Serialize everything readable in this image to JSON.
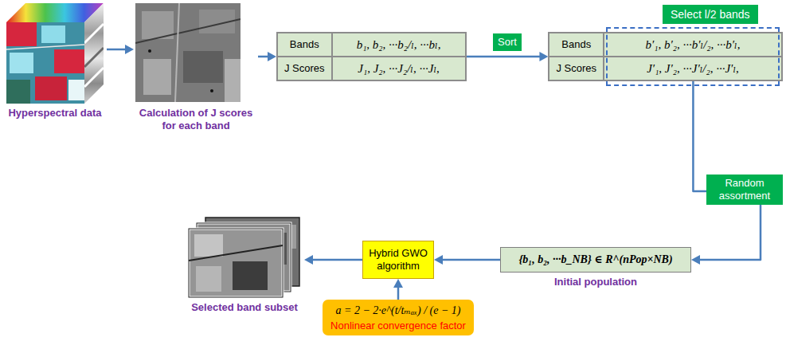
{
  "diagram": {
    "nodes": [
      {
        "text": [
          "Hyperspectral data"
        ]
      },
      {
        "text": [
          "Calculation of J scores for each band"
        ]
      },
      {
        "text": [
          "Bands",
          "b₁, b₂, ···b₂/ₗ, ···bₗ,",
          "J Scores",
          "J₁, J₂, ···J₂/ₗ, ···Jₗ,"
        ]
      },
      {
        "text": [
          "Select l/2 bands"
        ]
      },
      {
        "text": [
          "Bands",
          "b′₁, b′₂, ···b′ₗ/₂, ···b′ₗ,",
          "J Scores",
          "J′₁, J′₂, ···J′ₗ/₂, ···J′ₗ,"
        ]
      },
      {
        "text": [
          "{b₁, b₂, ···b_NB} ∈ R^(nPop×NB)",
          "Initial population"
        ]
      },
      {
        "text": [
          "Hybrid GWO algorithm"
        ]
      },
      {
        "text": [
          "Selected band subset"
        ]
      },
      {
        "text": [
          "a = 2 − 2·e^(t/tₘₐₓ) / (e − 1)",
          "Nonlinear convergence factor"
        ]
      }
    ],
    "edges": [
      {
        "from": 0,
        "to": 1,
        "arrow": "to"
      },
      {
        "from": 1,
        "to": 2,
        "arrow": "to"
      },
      {
        "from": 2,
        "to": 4,
        "label": "Sort",
        "arrow": "to"
      },
      {
        "from": 4,
        "to": 5,
        "label": "Random assortment",
        "arrow": "to"
      },
      {
        "from": 5,
        "to": 6,
        "arrow": "to"
      },
      {
        "from": 6,
        "to": 7,
        "arrow": "to"
      },
      {
        "from": 8,
        "to": 6,
        "arrow": "to"
      }
    ]
  }
}
